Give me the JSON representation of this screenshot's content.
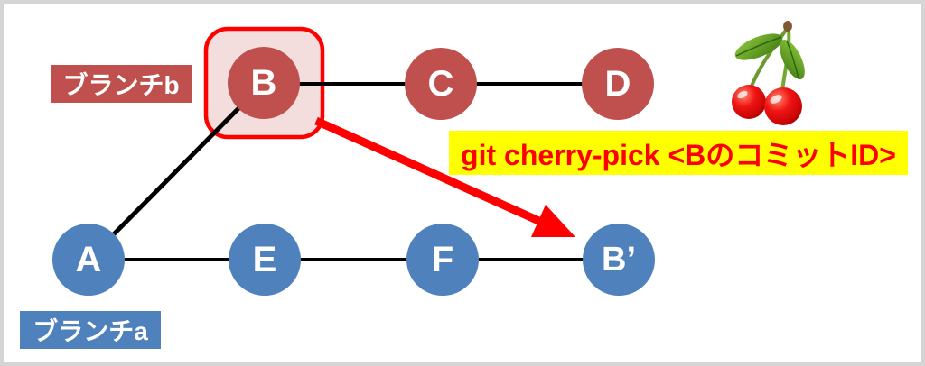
{
  "diagram": {
    "kind": "git commit graph",
    "command": {
      "text": "git cherry-pick <BのコミットID>",
      "bg_color": "#ffff00",
      "text_color": "#ff0000"
    },
    "branches": {
      "b": {
        "label": "ブランチb",
        "color": "#c0504d",
        "nodes": [
          "B",
          "C",
          "D"
        ]
      },
      "a": {
        "label": "ブランチa",
        "color": "#4f81bd",
        "nodes": [
          "A",
          "E",
          "F",
          "B’"
        ]
      }
    },
    "edges": [
      [
        "A",
        "B"
      ],
      [
        "B",
        "C"
      ],
      [
        "C",
        "D"
      ],
      [
        "A",
        "E"
      ],
      [
        "E",
        "F"
      ],
      [
        "F",
        "B’"
      ]
    ],
    "highlight": {
      "target_commit": "B",
      "border_color": "#ff0000",
      "fill_color": "#f3dedd"
    },
    "arrow": {
      "from": "B",
      "to": "B’",
      "color": "#ff0000"
    },
    "icons": {
      "cherries-icon": "🍒"
    },
    "colors": {
      "edge": "#000000",
      "background": "#ffffff",
      "frame": "#d5d5d5"
    }
  }
}
